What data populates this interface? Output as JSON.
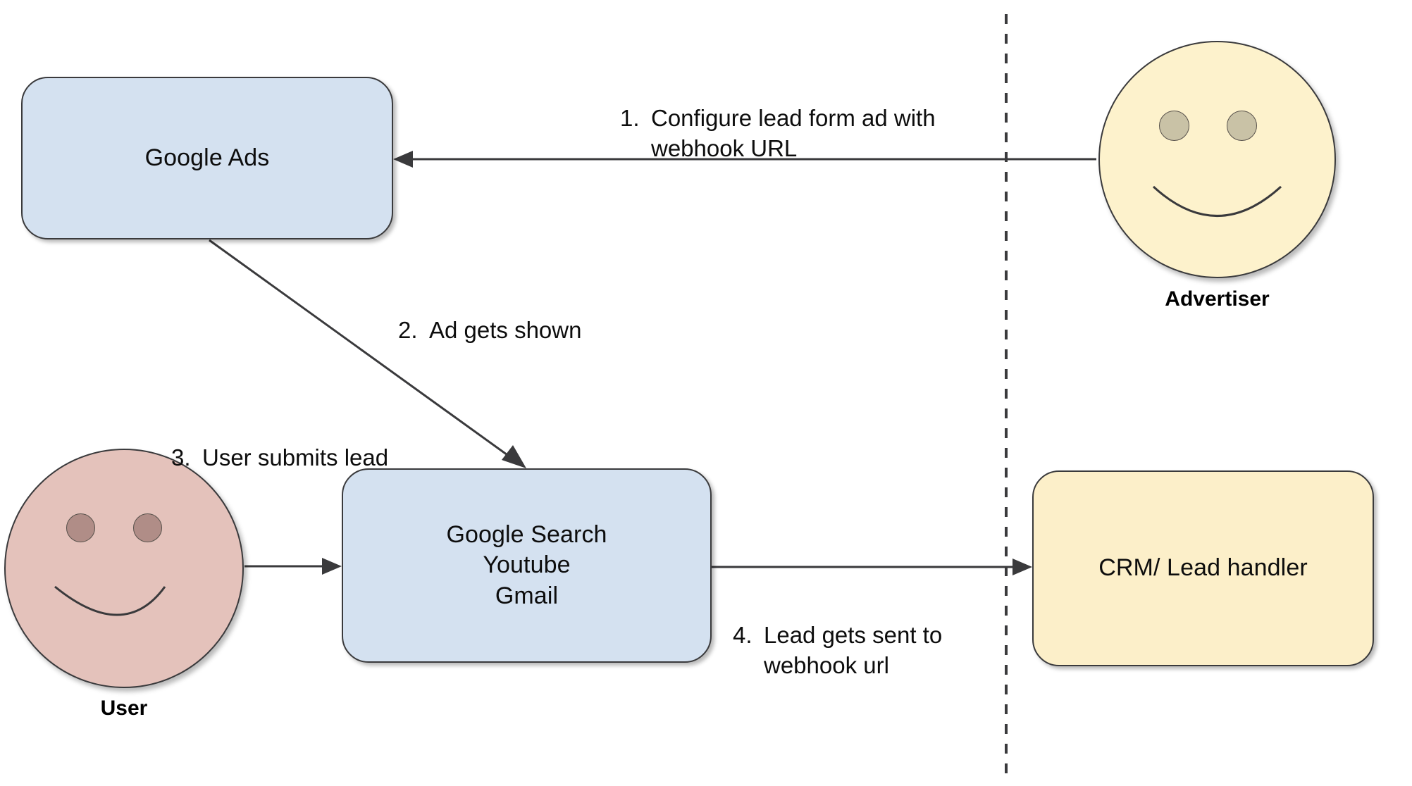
{
  "diagram": {
    "title": "Google Ads lead form webhook flow",
    "background": "#ffffff",
    "divider": {
      "name": "google-boundary",
      "orientation": "vertical",
      "style": "dashed"
    },
    "colors": {
      "box_blue_fill": "#d4e1f0",
      "box_yellow_fill": "#fcefc9",
      "advertiser_fill": "#fdf2cc",
      "advertiser_eye": "#c9c2a6",
      "user_fill": "#e4c2bb",
      "user_eye": "#b08d87",
      "stroke": "#3a3a3c",
      "text": "#0d0d0d"
    }
  },
  "nodes": {
    "google_ads": {
      "label": "Google Ads",
      "shape": "rounded-rect",
      "fill": "#d4e1f0"
    },
    "google_surfaces": {
      "label": "Google Search\nYoutube\nGmail",
      "shape": "rounded-rect",
      "fill": "#d4e1f0"
    },
    "crm": {
      "label": "CRM/ Lead handler",
      "shape": "rounded-rect",
      "fill": "#fcefc9"
    }
  },
  "actors": {
    "advertiser": {
      "name": "Advertiser",
      "shape": "smiley-circle",
      "fill": "#fdf2cc"
    },
    "user": {
      "name": "User",
      "shape": "smiley-circle",
      "fill": "#e4c2bb"
    }
  },
  "steps": [
    {
      "number": "1.",
      "text": "Configure lead form ad with\nwebhook URL",
      "from": "advertiser",
      "to": "google_ads"
    },
    {
      "number": "2.",
      "text": "Ad gets shown",
      "from": "google_ads",
      "to": "google_surfaces"
    },
    {
      "number": "3.",
      "text": "User submits lead",
      "from": "user",
      "to": "google_surfaces"
    },
    {
      "number": "4.",
      "text": "Lead gets sent to\nwebhook url",
      "from": "google_surfaces",
      "to": "crm"
    }
  ]
}
